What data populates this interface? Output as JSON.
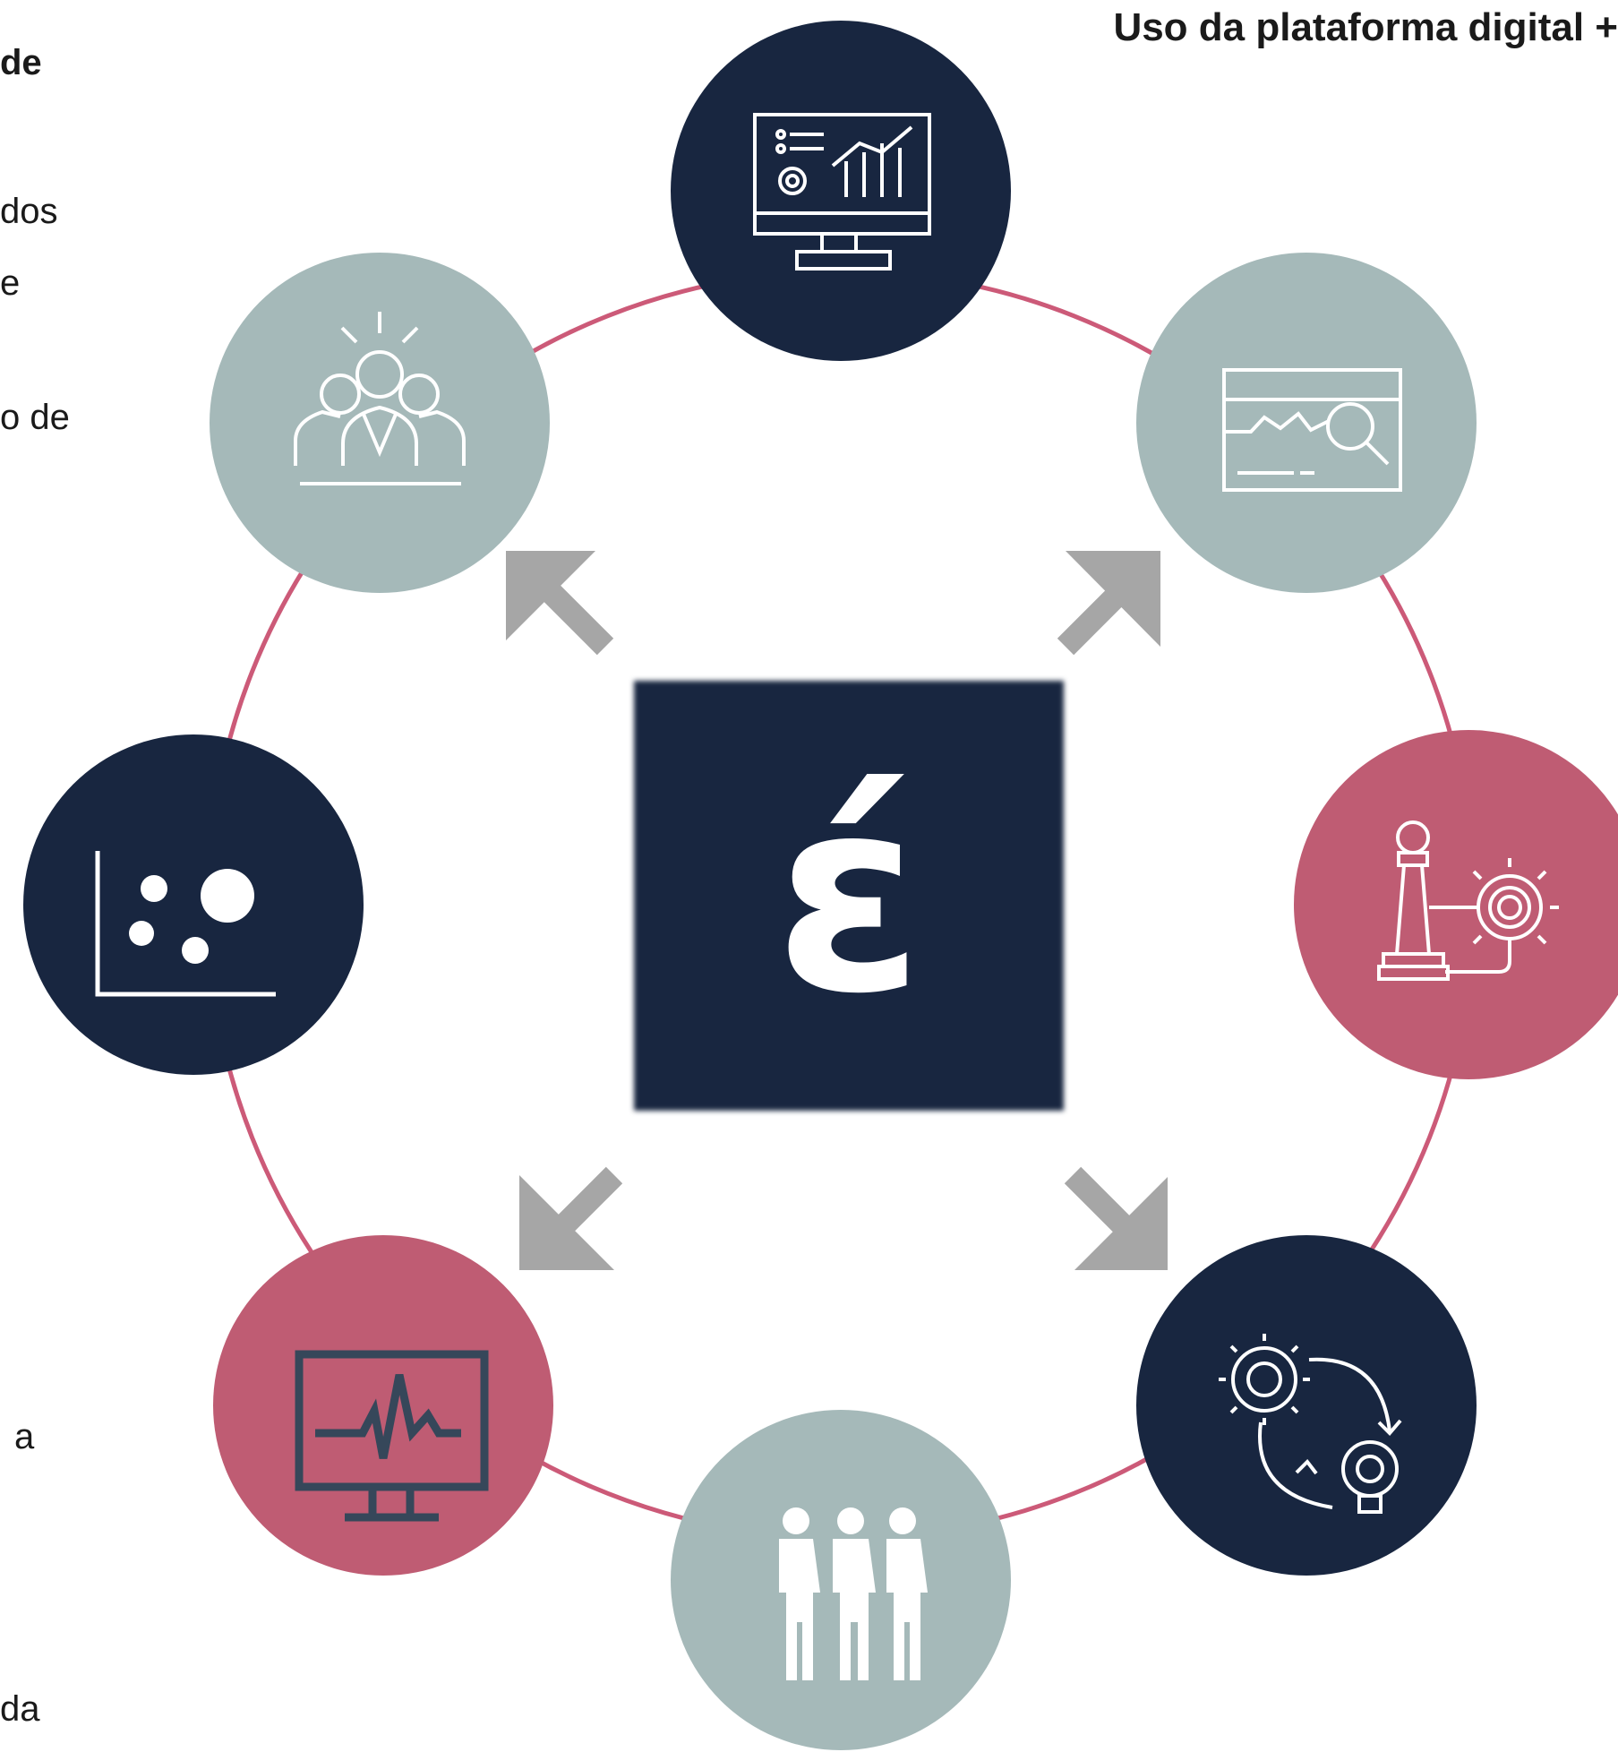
{
  "header": {
    "title": "Uso da plataforma digital +"
  },
  "left_text_fragments": [
    {
      "id": "frag-1",
      "text": "de",
      "bold": true
    },
    {
      "id": "frag-2",
      "text": "dos",
      "bold": false
    },
    {
      "id": "frag-3",
      "text": "e",
      "bold": false
    },
    {
      "id": "frag-4",
      "text": "o de",
      "bold": false
    },
    {
      "id": "frag-5",
      "text": "a",
      "bold": false
    },
    {
      "id": "frag-6",
      "text": "da",
      "bold": false
    }
  ],
  "center_logo": {
    "glyph": "έ",
    "background": "#182640",
    "color": "#ffffff"
  },
  "colors": {
    "navy": "#182640",
    "sage": "#a5b9b9",
    "rose": "#bf5c73",
    "ring": "#cc5a78",
    "arrow": "#a6a6a6"
  },
  "nodes": [
    {
      "name": "node-dashboard",
      "icon": "dashboard-monitor-icon",
      "color": "navy"
    },
    {
      "name": "node-market-analysis",
      "icon": "chart-magnifier-icon",
      "color": "sage"
    },
    {
      "name": "node-strategy",
      "icon": "chess-pawn-gear-icon",
      "color": "rose"
    },
    {
      "name": "node-process-innovation",
      "icon": "gears-lightbulb-cycle-icon",
      "color": "navy"
    },
    {
      "name": "node-team",
      "icon": "people-group-icon",
      "color": "sage"
    },
    {
      "name": "node-monitoring",
      "icon": "heartbeat-monitor-icon",
      "color": "rose"
    },
    {
      "name": "node-bubble-chart",
      "icon": "bubble-chart-icon",
      "color": "navy"
    },
    {
      "name": "node-leadership",
      "icon": "business-team-icon",
      "color": "sage"
    }
  ]
}
